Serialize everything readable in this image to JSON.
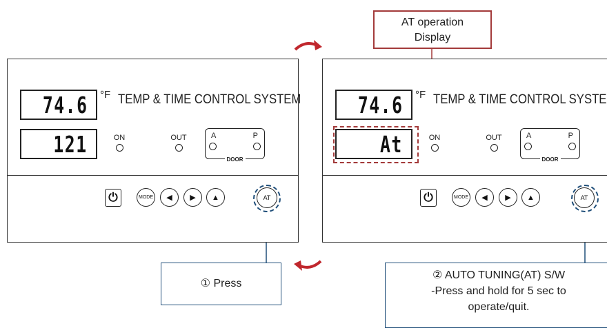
{
  "left_panel": {
    "display_top": "74.6",
    "display_bottom": "121",
    "unit": "°F",
    "title": "TEMP & TIME CONTROL SYSTEM",
    "indicator_on": "ON",
    "indicator_out": "OUT",
    "door_a": "A",
    "door_p": "P",
    "door_label": "DOOR",
    "btn_mode": "MODE",
    "btn_at": "AT"
  },
  "right_panel": {
    "display_top": "74.6",
    "display_bottom": "At",
    "unit": "°F",
    "title": "TEMP & TIME CONTROL SYSTEM",
    "indicator_on": "ON",
    "indicator_out": "OUT",
    "door_a": "A",
    "door_p": "P",
    "door_label": "DOOR",
    "btn_mode": "MODE",
    "btn_at": "AT"
  },
  "callouts": {
    "at_display_line1": "AT operation",
    "at_display_line2": "Display",
    "press": "① Press",
    "auto_line1": "② AUTO TUNING(AT) S/W",
    "auto_line2": "-Press and hold for 5 sec to",
    "auto_line3": "operate/quit."
  },
  "icons": {
    "power": "power-icon",
    "left": "arrow-left-icon",
    "right": "arrow-right-icon",
    "up": "arrow-up-icon"
  },
  "colors": {
    "blue_callout": "#1f4e79",
    "red_callout": "#a33a3a",
    "curved_arrow": "#c0272d"
  }
}
